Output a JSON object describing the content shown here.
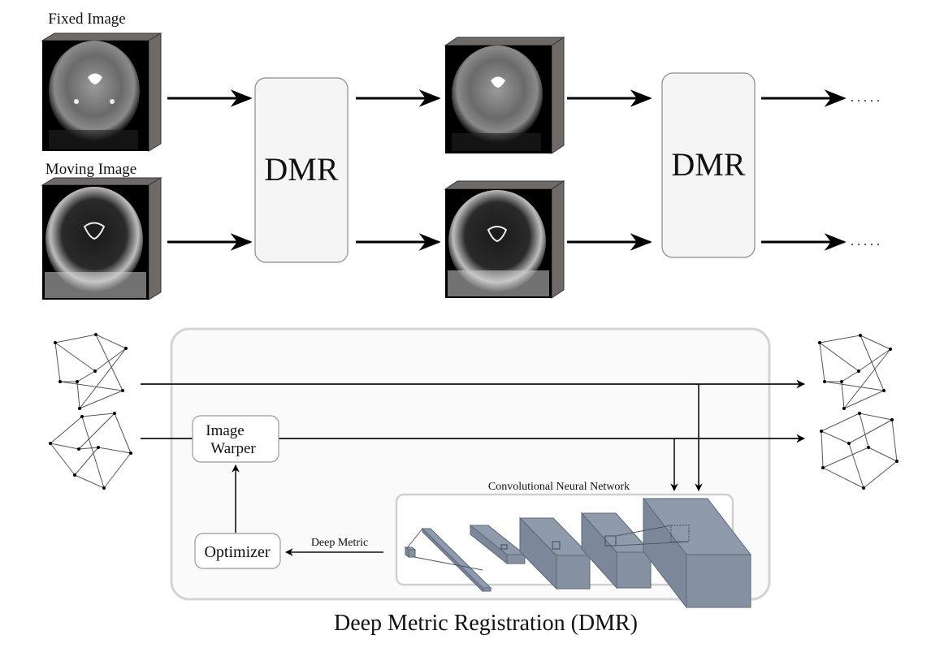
{
  "top_row": {
    "fixed_label": "Fixed Image",
    "moving_label": "Moving Image",
    "stages": [
      {
        "label": "DMR"
      },
      {
        "label": "DMR"
      }
    ],
    "continuation": ". . . . ."
  },
  "dmr_detail": {
    "modules": {
      "image_warper": [
        "Image",
        "Warper"
      ],
      "optimizer": "Optimizer",
      "cnn_label": "Convolutional Neural Network",
      "metric_label": "Deep Metric"
    },
    "caption": "Deep Metric Registration (DMR)"
  },
  "colors": {
    "box_fill": "#f5f5f5",
    "box_stroke": "#8a8a8a",
    "panel_fill": "#fafafa",
    "panel_stroke": "#d4d4d4",
    "cnn_fill": "#8591a1",
    "image_side": "#6f6a6a"
  }
}
